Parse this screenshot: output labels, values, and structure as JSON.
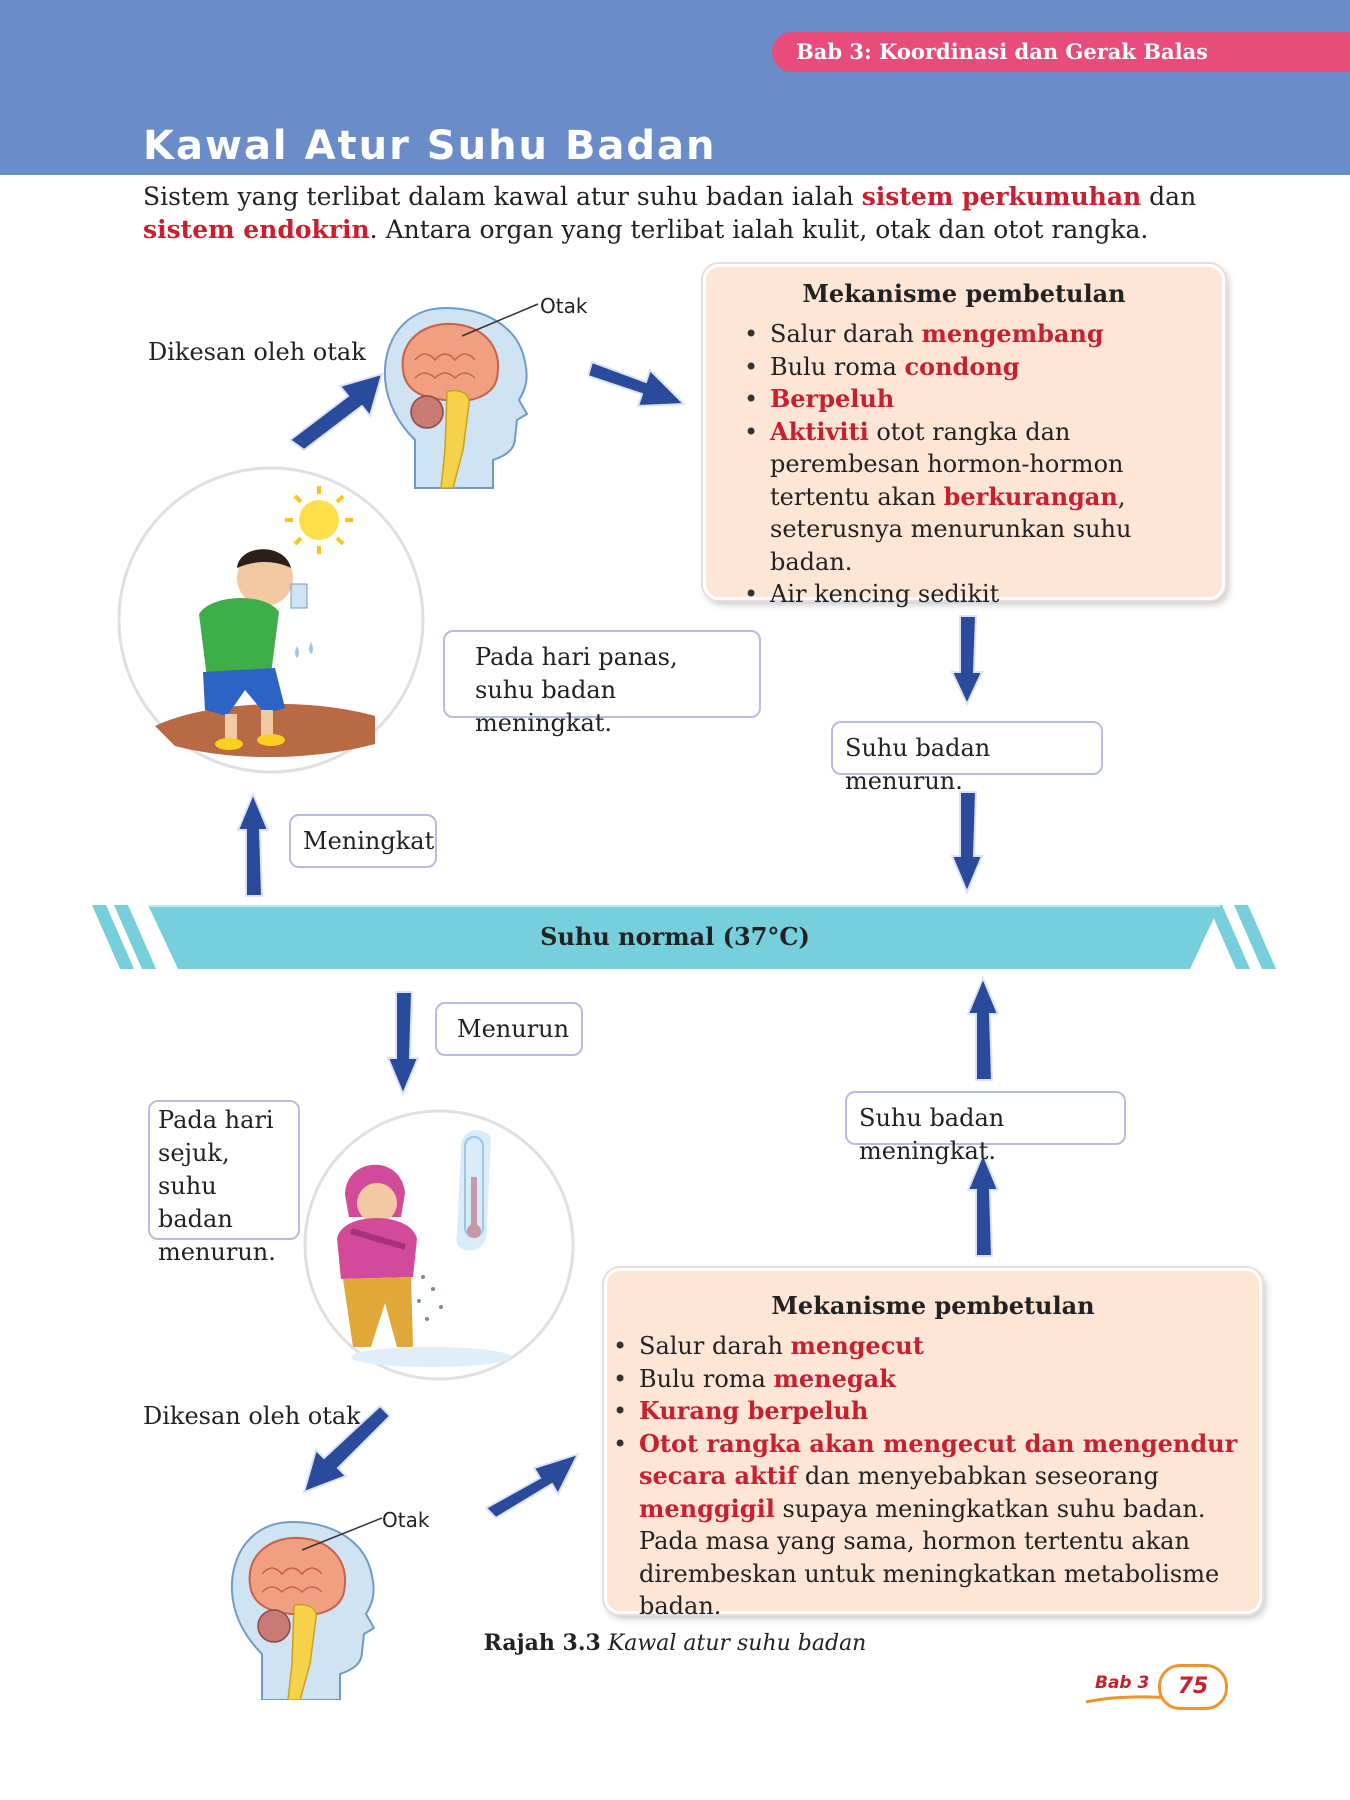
{
  "header": {
    "chapter_tab": "Bab 3: Koordinasi dan Gerak Balas",
    "title": "Kawal Atur Suhu Badan"
  },
  "intro": {
    "t1": "Sistem yang terlibat dalam kawal atur suhu badan ialah ",
    "r1": "sistem perkumuhan",
    "t2": " dan ",
    "r2": "sistem endokrin",
    "t3": ". Antara organ yang terlibat ialah kulit, otak dan otot rangka."
  },
  "top_section": {
    "detected_label": "Dikesan oleh otak",
    "brain_label": "Otak",
    "hot_callout": "Pada hari panas, suhu badan meningkat.",
    "increase_label": "Meningkat",
    "result_callout": "Suhu badan menurun.",
    "mechanism": {
      "title": "Mekanisme pembetulan",
      "item1_a": "Salur darah ",
      "item1_b": "mengembang",
      "item2_a": "Bulu roma ",
      "item2_b": "condong",
      "item3_b": "Berpeluh",
      "item4_b": "Aktiviti",
      "item4_a1": " otot rangka dan perembesan hormon-hormon tertentu akan ",
      "item4_b2": "berkurangan",
      "item4_a2": ", seterusnya menurunkan suhu badan.",
      "item5_a": "Air kencing sedikit"
    }
  },
  "band": {
    "label": "Suhu normal (37°C)"
  },
  "bottom_section": {
    "decrease_label": "Menurun",
    "cold_callout": "Pada hari sejuk, suhu badan menurun.",
    "detected_label": "Dikesan oleh otak",
    "brain_label": "Otak",
    "result_callout": "Suhu badan meningkat.",
    "mechanism": {
      "title": "Mekanisme pembetulan",
      "item1_a": "Salur darah ",
      "item1_b": "mengecut",
      "item2_a": "Bulu roma ",
      "item2_b": "menegak",
      "item3_b": "Kurang berpeluh",
      "item4_b": "Otot rangka akan mengecut dan mengendur secara aktif",
      "item4_a1": " dan menyebabkan seseorang ",
      "item4_b2": "menggigil",
      "item4_a2": " supaya meningkatkan suhu badan. Pada masa yang sama, hormon tertentu akan dirembeskan untuk meningkatkan metabolisme badan."
    }
  },
  "caption": {
    "label": "Rajah 3.3",
    "text": "Kawal atur suhu badan"
  },
  "footer": {
    "chapter": "Bab 3",
    "page": "75"
  },
  "colors": {
    "header_blue": "#6a8cc8",
    "tab_pink": "#e84c7a",
    "accent_red": "#c8202f",
    "arrow_blue": "#2a4a9c",
    "band_cyan": "#77cfdc",
    "box_peach": "#fde6d6"
  }
}
